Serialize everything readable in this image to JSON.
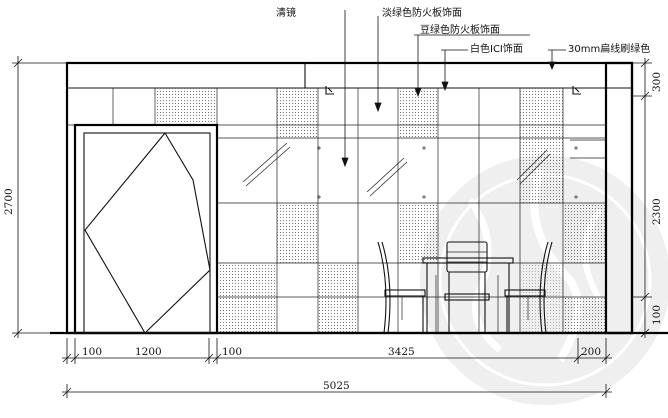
{
  "annotations": {
    "mirror": "清镜",
    "light_green_panel": "淡绿色防火板饰面",
    "bean_green_panel": "豆绿色防火板饰面",
    "white_ici": "白色ICI饰面",
    "flat_line": "30mm扁线刷绿色"
  },
  "dimensions": {
    "bottom_row": [
      "100",
      "1200",
      "100",
      "3425",
      "200"
    ],
    "total_width": "5025",
    "left_height": "2700",
    "right_heights": [
      "300",
      "2300",
      "100"
    ]
  },
  "colors": {
    "line": "#111111",
    "pattern_dot": "#555555",
    "watermark": "#d9d9d9"
  }
}
